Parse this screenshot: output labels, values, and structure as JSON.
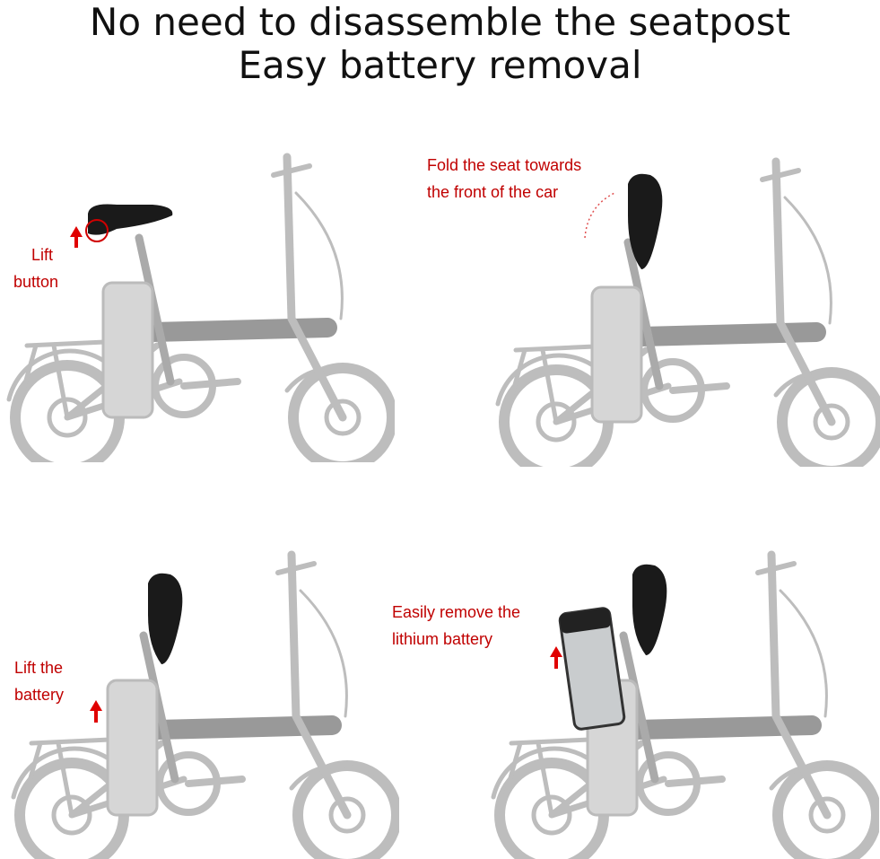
{
  "heading": {
    "line1": "No need to disassemble the seatpost",
    "line2": "Easy battery removal"
  },
  "steps": [
    {
      "caption": [
        "Lift",
        "button"
      ]
    },
    {
      "caption": [
        "Fold the seat towards",
        "the front of the car"
      ]
    },
    {
      "caption": [
        "Lift the",
        "battery"
      ]
    },
    {
      "caption": [
        "Easily remove the",
        "lithium battery"
      ]
    }
  ],
  "colors": {
    "caption": "#c00000",
    "arrow": "#e00000",
    "bike": "#b8b8b8",
    "seat": "#1a1a1a"
  }
}
